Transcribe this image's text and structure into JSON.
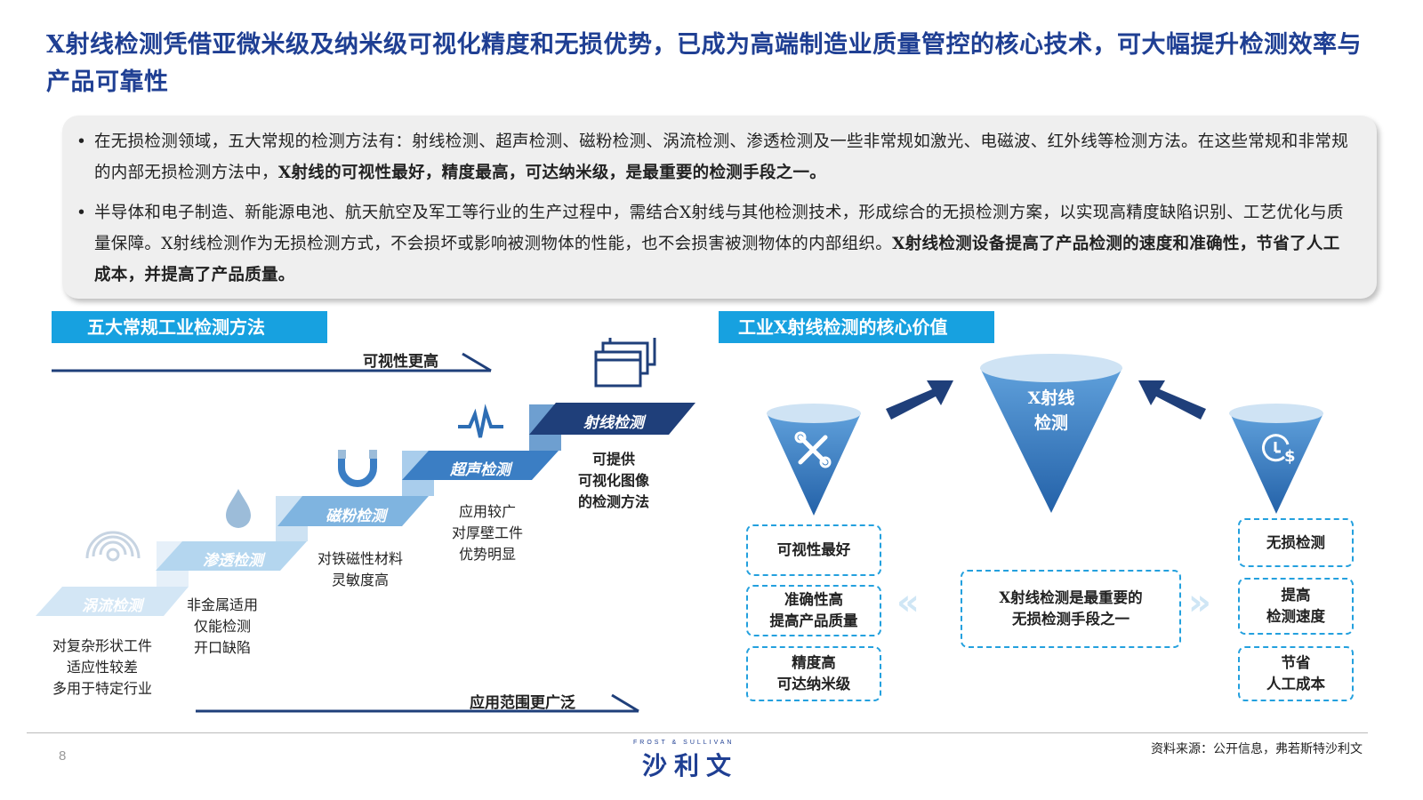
{
  "title": "X射线检测凭借亚微米级及纳米级可视化精度和无损优势，已成为高端制造业质量管控的核心技术，可大幅提升检测效率与产品可靠性",
  "summary": {
    "bullet1_normal": "在无损检测领域，五大常规的检测方法有：射线检测、超声检测、磁粉检测、涡流检测、渗透检测及一些非常规如激光、电磁波、红外线等检测方法。在这些常规和非常规的内部无损检测方法中，",
    "bullet1_bold": "X射线的可视性最好，精度最高，可达纳米级，是最重要的检测手段之一。",
    "bullet2_normal": "半导体和电子制造、新能源电池、航天航空及军工等行业的生产过程中，需结合X射线与其他检测技术，形成综合的无损检测方案，以实现高精度缺陷识别、工艺优化与质量保障。X射线检测作为无损检测方式，不会损坏或影响被测物体的性能，也不会损害被测物体的内部组织。",
    "bullet2_bold": "X射线检测设备提高了产品检测的速度和准确性，节省了人工成本，并提高了产品质量。"
  },
  "left_section": {
    "tag": "五大常规工业检测方法",
    "top_arrow_label": "可视性更高",
    "bottom_arrow_label": "应用范围更广泛",
    "steps": [
      {
        "label": "涡流检测",
        "icon": "eddy-current-icon",
        "caption": "对复杂形状工件\n适应性较差\n多用于特定行业"
      },
      {
        "label": "渗透检测",
        "icon": "droplet-icon",
        "caption": "非金属适用\n仅能检测\n开口缺陷"
      },
      {
        "label": "磁粉检测",
        "icon": "magnet-icon",
        "caption": "对铁磁性材料\n灵敏度高"
      },
      {
        "label": "超声检测",
        "icon": "pulse-wave-icon",
        "caption": "应用较广\n对厚壁工件\n优势明显"
      },
      {
        "label": "射线检测",
        "icon": "browser-windows-icon",
        "caption": "可提供\n可视化图像\n的检测方法"
      }
    ],
    "colors": [
      "#d3e6f5",
      "#b4d6ef",
      "#7fb4e0",
      "#3b7ec4",
      "#1f3f7a"
    ]
  },
  "right_section": {
    "tag": "工业X射线检测的核心价值",
    "center_funnel_text": "X射线\n检测",
    "center_box": "X射线检测是最重要的\n无损检测手段之一",
    "left_funnel_icon": "tools-icon",
    "right_funnel_icon": "clock-dollar-icon",
    "left_boxes": [
      "可视性最好",
      "准确性高\n提高产品质量",
      "精度高\n可达纳米级"
    ],
    "right_boxes": [
      "无损检测",
      "提高\n检测速度",
      "节省\n人工成本"
    ]
  },
  "footer": {
    "page": "8",
    "source": "资料来源：公开信息，弗若斯特沙利文",
    "logo_small": "FROST & SULLIVAN",
    "logo_big": "沙利文"
  }
}
